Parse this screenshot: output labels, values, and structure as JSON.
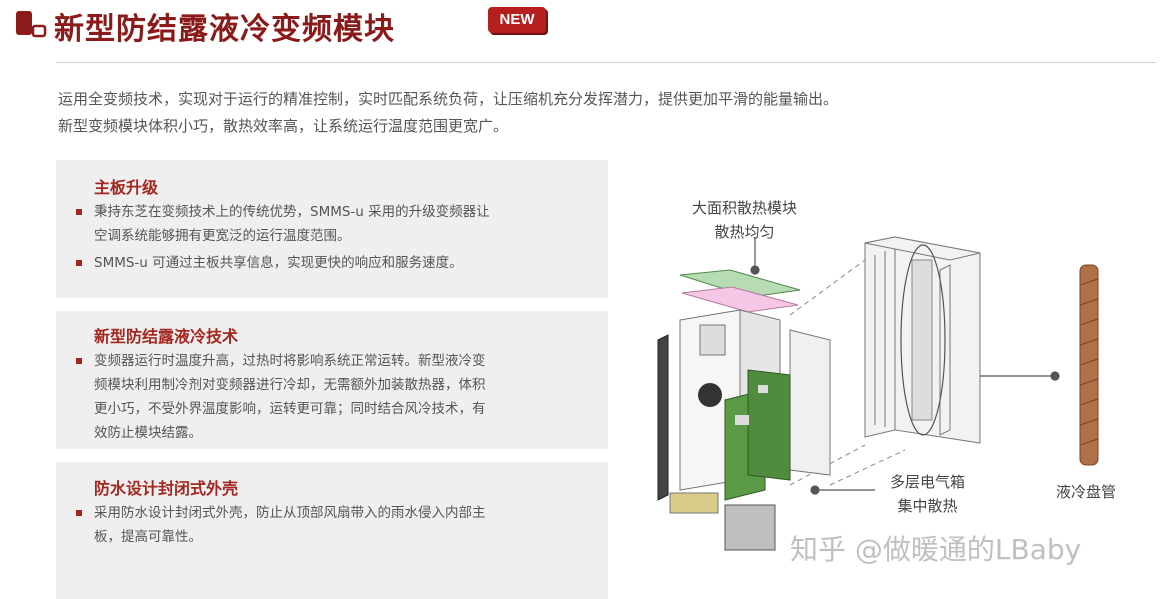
{
  "header": {
    "title": "新型防结露液冷变频模块",
    "badge": "NEW"
  },
  "intro": {
    "line1": "运用全变频技术，实现对于运行的精准控制，实时匹配系统负荷，让压缩机充分发挥潜力，提供更加平滑的能量输出。",
    "line2": "新型变频模块体积小巧，散热效率高，让系统运行温度范围更宽广。"
  },
  "features": [
    {
      "title": "主板升级",
      "bullets": [
        [
          "秉持东芝在变频技术上的传统优势，SMMS-u 采用的升级变频器让",
          "空调系统能够拥有更宽泛的运行温度范围。"
        ],
        [
          "SMMS-u 可通过主板共享信息，实现更快的响应和服务速度。"
        ]
      ]
    },
    {
      "title": "新型防结露液冷技术",
      "bullets": [
        [
          "变频器运行时温度升高，过热时将影响系统正常运转。新型液冷变",
          "频模块利用制冷剂对变频器进行冷却，无需额外加装散热器，体积",
          "更小巧，不受外界温度影响，运转更可靠；同时结合风冷技术，有",
          "效防止模块结露。"
        ]
      ]
    },
    {
      "title": "防水设计封闭式外壳",
      "bullets": [
        [
          "采用防水设计封闭式外壳，防止从顶部风扇带入的雨水侵入内部主",
          "板，提高可靠性。"
        ]
      ]
    }
  ],
  "diagram": {
    "label_heatsink_1": "大面积散热模块",
    "label_heatsink_2": "散热均匀",
    "label_box_1": "多层电气箱",
    "label_box_2": "集中散热",
    "label_coil": "液冷盘管"
  },
  "watermark": "知乎 @做暖通的LBaby",
  "colors": {
    "accent": "#a4271f",
    "title": "#8b1a1a",
    "card_bg": "#efefef"
  }
}
